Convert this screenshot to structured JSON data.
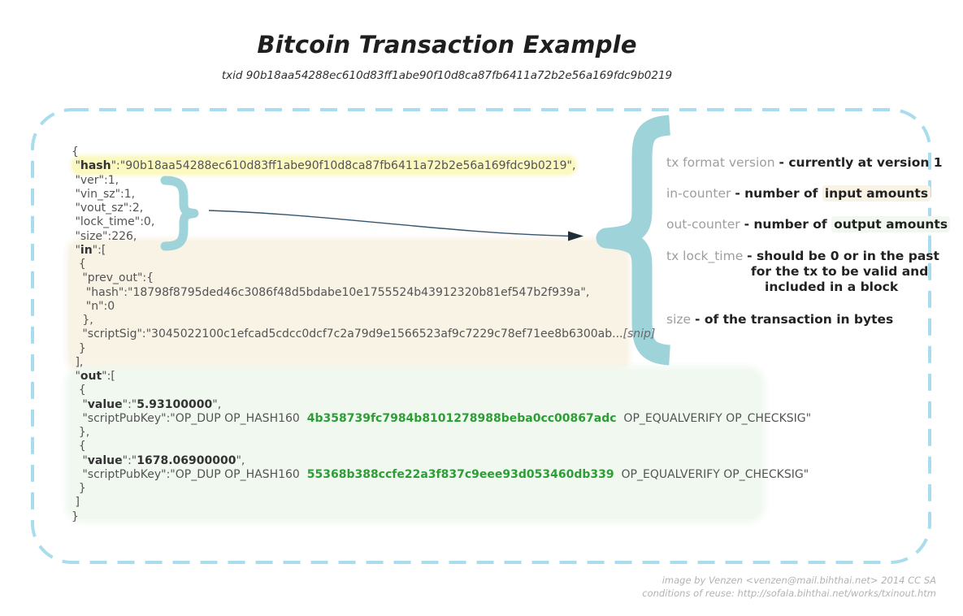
{
  "header": {
    "title": "Bitcoin Transaction Example",
    "subtitle": "txid 90b18aa54288ec610d83ff1abe90f10d8ca87fb6411a72b2e56a169fdc9b0219"
  },
  "code": {
    "lines": [
      {
        "segments": [
          {
            "t": "{",
            "s": "n"
          }
        ]
      },
      {
        "segments": [
          {
            "t": " \"",
            "s": "n"
          },
          {
            "t": "hash",
            "s": "b"
          },
          {
            "t": "\":\"90b18aa54288ec610d83ff1abe90f10d8ca87fb6411a72b2e56a169fdc9b0219\",",
            "s": "n"
          }
        ],
        "bg": "yellow"
      },
      {
        "segments": [
          {
            "t": " \"ver\":1,",
            "s": "n"
          }
        ]
      },
      {
        "segments": [
          {
            "t": " \"vin_sz\":1,",
            "s": "n"
          }
        ]
      },
      {
        "segments": [
          {
            "t": " \"vout_sz\":2,",
            "s": "n"
          }
        ]
      },
      {
        "segments": [
          {
            "t": " \"lock_time\":0,",
            "s": "n"
          }
        ]
      },
      {
        "segments": [
          {
            "t": " \"size\":226,",
            "s": "n"
          }
        ]
      },
      {
        "segments": [
          {
            "t": " \"",
            "s": "n"
          },
          {
            "t": "in",
            "s": "b"
          },
          {
            "t": "\":[",
            "s": "n"
          }
        ]
      },
      {
        "segments": [
          {
            "t": "  {",
            "s": "n"
          }
        ]
      },
      {
        "segments": [
          {
            "t": "   \"prev_out\":{",
            "s": "n"
          }
        ]
      },
      {
        "segments": [
          {
            "t": "    \"hash\":\"18798f8795ded46c3086f48d5bdabe10e1755524b43912320b81ef547b2f939a\",",
            "s": "n"
          }
        ]
      },
      {
        "segments": [
          {
            "t": "    \"n\":0",
            "s": "n"
          }
        ]
      },
      {
        "segments": [
          {
            "t": "   },",
            "s": "n"
          }
        ]
      },
      {
        "segments": [
          {
            "t": "   \"scriptSig\":\"3045022100c1efcad5cdcc0dcf7c2a79d9e1566523af9c7229c78ef71ee8b6300ab...",
            "s": "n"
          },
          {
            "t": "[snip]",
            "s": "sn"
          }
        ]
      },
      {
        "segments": [
          {
            "t": "  }",
            "s": "n"
          }
        ]
      },
      {
        "segments": [
          {
            "t": " ],",
            "s": "n"
          }
        ]
      },
      {
        "segments": [
          {
            "t": " \"",
            "s": "n"
          },
          {
            "t": "out",
            "s": "b"
          },
          {
            "t": "\":[",
            "s": "n"
          }
        ]
      },
      {
        "segments": [
          {
            "t": "  {",
            "s": "n"
          }
        ]
      },
      {
        "segments": [
          {
            "t": "   \"",
            "s": "n"
          },
          {
            "t": "value",
            "s": "b"
          },
          {
            "t": "\":\"",
            "s": "n"
          },
          {
            "t": "5.93100000",
            "s": "b"
          },
          {
            "t": "\",",
            "s": "n"
          }
        ]
      },
      {
        "segments": [
          {
            "t": "   \"scriptPubKey\":\"OP_DUP OP_HASH160  ",
            "s": "n"
          },
          {
            "t": "4b358739fc7984b8101278988beba0cc00867adc",
            "s": "g"
          },
          {
            "t": "  OP_EQUALVERIFY OP_CHECKSIG\"",
            "s": "n"
          }
        ]
      },
      {
        "segments": [
          {
            "t": "  },",
            "s": "n"
          }
        ]
      },
      {
        "segments": [
          {
            "t": "  {",
            "s": "n"
          }
        ]
      },
      {
        "segments": [
          {
            "t": "   \"",
            "s": "n"
          },
          {
            "t": "value",
            "s": "b"
          },
          {
            "t": "\":\"",
            "s": "n"
          },
          {
            "t": "1678.06900000",
            "s": "b"
          },
          {
            "t": "\",",
            "s": "n"
          }
        ]
      },
      {
        "segments": [
          {
            "t": "   \"scriptPubKey\":\"OP_DUP OP_HASH160  ",
            "s": "n"
          },
          {
            "t": "55368b388ccfe22a3f837c9eee93d053460db339",
            "s": "g"
          },
          {
            "t": "  OP_EQUALVERIFY OP_CHECKSIG\"",
            "s": "n"
          }
        ]
      },
      {
        "segments": [
          {
            "t": "  }",
            "s": "n"
          }
        ]
      },
      {
        "segments": [
          {
            "t": " ]",
            "s": "n"
          }
        ]
      },
      {
        "segments": [
          {
            "t": "}",
            "s": "n"
          }
        ]
      }
    ]
  },
  "annotations": {
    "items": [
      {
        "id": "tx-format-version",
        "label": "tx format version",
        "parts": [
          {
            "t": "- currently at version 1"
          }
        ]
      },
      {
        "id": "in-counter",
        "label": "in-counter",
        "parts": [
          {
            "t": "- number of "
          },
          {
            "t": "input amounts",
            "hl": "cream"
          }
        ]
      },
      {
        "id": "out-counter",
        "label": "out-counter",
        "parts": [
          {
            "t": "- number of "
          },
          {
            "t": "output amounts",
            "hl": "mint"
          }
        ]
      },
      {
        "id": "tx-lock-time",
        "label": "tx lock_time",
        "parts": [
          {
            "t": "- should be 0 or in the past"
          }
        ],
        "extra": [
          "for the tx to be valid and",
          "included in a block"
        ]
      },
      {
        "id": "size",
        "label": "size",
        "parts": [
          {
            "t": "- of the transaction in bytes"
          }
        ]
      }
    ]
  },
  "footer": {
    "line1": "image by Venzen <venzen@mail.bihthai.net> 2014 CC SA",
    "line2": "conditions of reuse: http://sofala.bihthai.net/works/txinout.htm"
  },
  "icons": {
    "small_brace": "curly-brace-right",
    "big_brace": "curly-brace-left",
    "arrow": "curved-arrow-right",
    "border": "dashed-rounded-border"
  },
  "colors": {
    "teal": "#9fd3da",
    "dash": "#a9dcec",
    "yellow": "#fbf8c0",
    "cream": "#f9f3e6",
    "mint": "#f0f8f0",
    "green": "#2c9e35",
    "code": "#545454",
    "codebold": "#333333",
    "labelgray": "#9e9e9e",
    "descdark": "#222222",
    "footer": "#b5b1b1",
    "title": "#1f1f1f",
    "arrow": "#35566e"
  }
}
